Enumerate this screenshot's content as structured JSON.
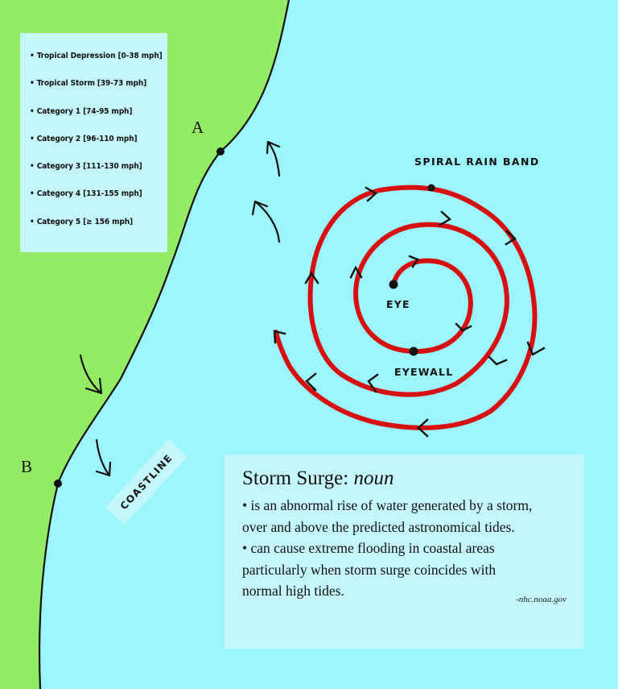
{
  "legend": {
    "items": [
      "Tropical Depression [0-38 mph]",
      "Tropical Storm [39-73 mph]",
      "Category 1 [74-95 mph]",
      "Category 2 [96-110 mph]",
      "Category 3 [111-130 mph]",
      "Category 4 [131-155 mph]",
      "Category 5 [≥ 156 mph]"
    ]
  },
  "definition": {
    "term": "Storm Surge:",
    "part_of_speech": "noun",
    "lines": [
      "• is an abnormal rise of water generated by a storm,",
      "over and above the predicted astronomical tides.",
      "• can cause extreme flooding in coastal areas",
      "particularly when storm surge coincides with",
      "normal high tides."
    ],
    "source": "-nhc.noaa.gov"
  },
  "labels": {
    "point_a": "A",
    "point_b": "B",
    "coastline": "COASTLINE",
    "spiral_rain_band": "SPIRAL RAIN BAND",
    "eye": "EYE",
    "eyewall": "EYEWALL"
  },
  "colors": {
    "water": "#9cf6fb",
    "land": "#93ec63",
    "spiral": "#d50f12",
    "panel": "#c4f7fb"
  }
}
